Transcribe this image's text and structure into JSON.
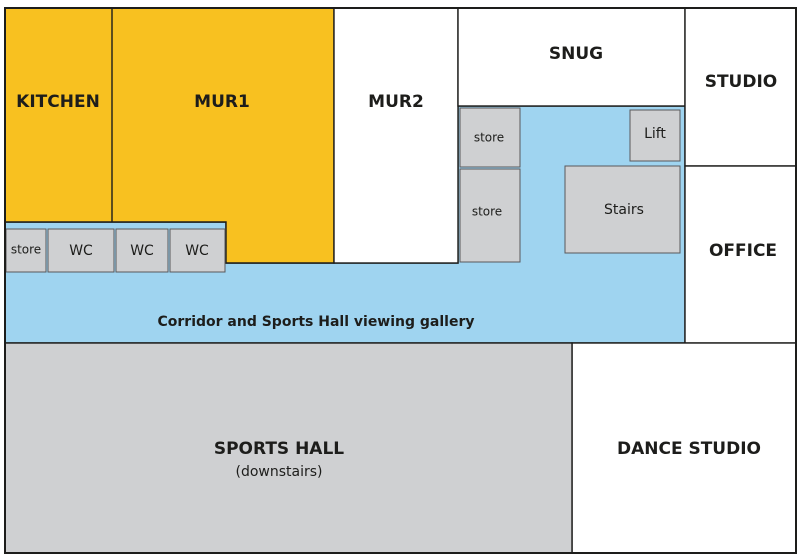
{
  "colors": {
    "highlight": "#f8c120",
    "corridor": "#9fd4f0",
    "service": "#cfd0d2",
    "room": "#ffffff",
    "line": "#1d1d1b"
  },
  "rooms": {
    "kitchen": "KITCHEN",
    "mur1": "MUR1",
    "mur2": "MUR2",
    "snug": "SNUG",
    "studio": "STUDIO",
    "office": "OFFICE",
    "corridor": "Corridor and Sports Hall viewing gallery",
    "sports_hall": "SPORTS HALL",
    "sports_hall_sub": "(downstairs)",
    "dance_studio": "DANCE STUDIO",
    "store": "store",
    "wc": "WC",
    "lift": "Lift",
    "stairs": "Stairs"
  }
}
